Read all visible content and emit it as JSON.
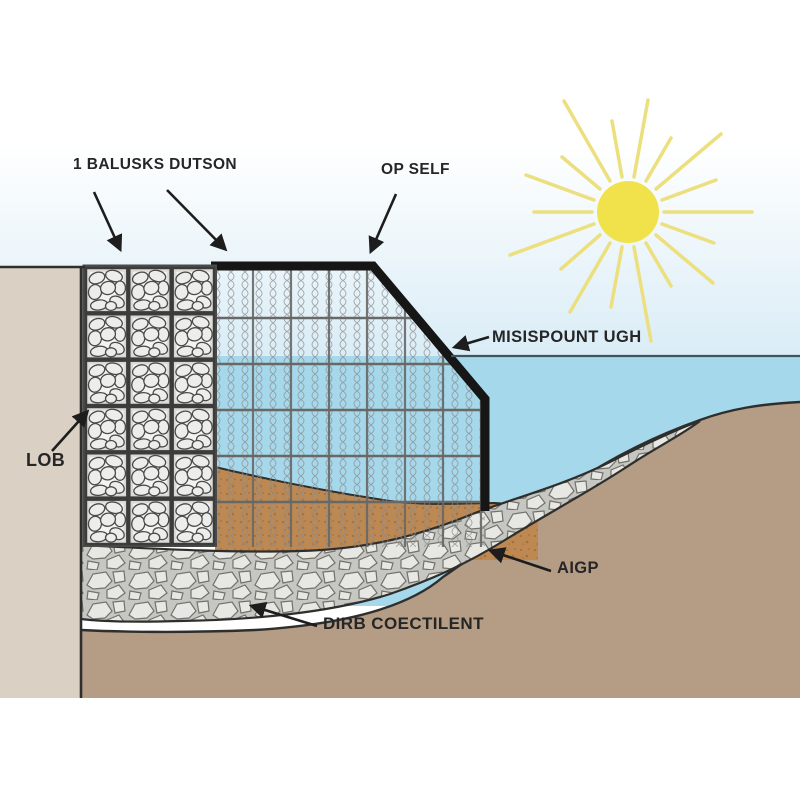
{
  "labels": {
    "balusks": "1 BALUSKS DUTSON",
    "op_self": "OP SELF",
    "misispount": "MISISPOUNT UGH",
    "lob": "LOB",
    "aigp": "AIGP",
    "dirb": "DIRB COECTILENT"
  },
  "colors": {
    "sky_bottom": "#d9ecf6",
    "water": "#a6d8ec",
    "water_line": "#3f545c",
    "sun": "#f1e24c",
    "sun_ray": "#ecdf7d",
    "sand": "#bd8851",
    "earth_left": "#dad1c4",
    "earth_right": "#b49c85",
    "stone_bg": "#c6c6c2",
    "stone_fill": "#e7e7e3",
    "outline": "#1d1d1d",
    "label": "#262626"
  }
}
